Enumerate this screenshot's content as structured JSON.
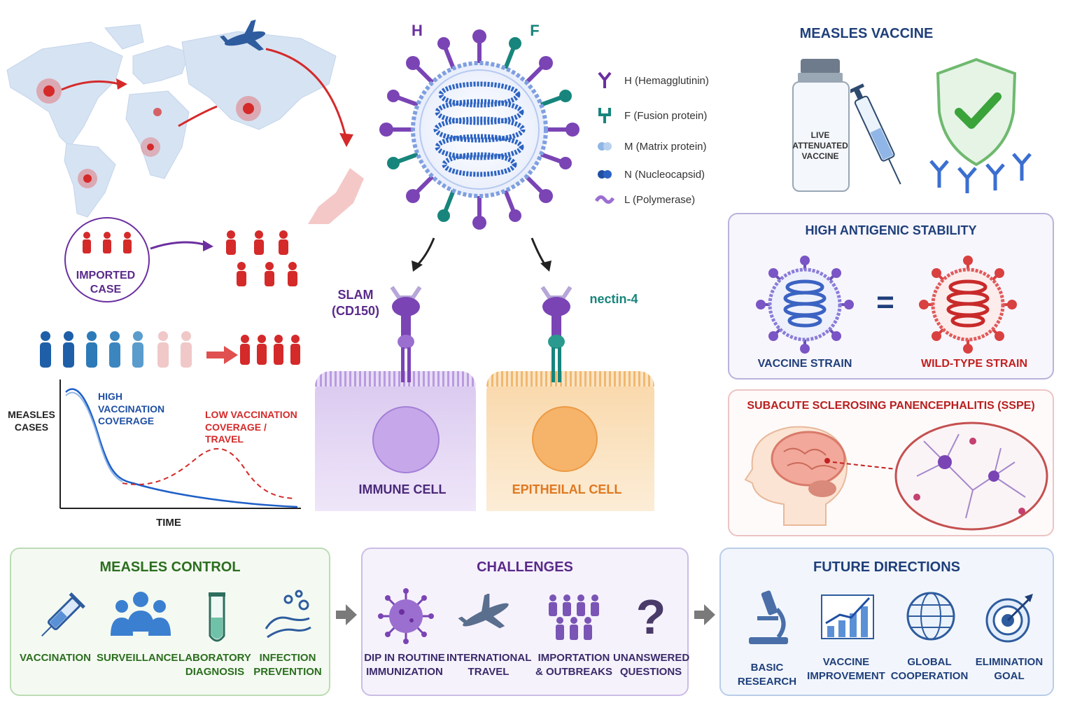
{
  "virus": {
    "h_label": "H",
    "f_label": "F"
  },
  "legend": [
    {
      "key": "h",
      "label": "H (Hemagglutinin)",
      "color": "#6b2fa0"
    },
    {
      "key": "f",
      "label": "F (Fusion protein)",
      "color": "#17857c"
    },
    {
      "key": "m",
      "label": "M (Matrix protein)",
      "color": "#8fb6e6"
    },
    {
      "key": "n",
      "label": "N (Nucleocapsid)",
      "color": "#1f4fa3"
    },
    {
      "key": "l",
      "label": "L (Polymerase)",
      "color": "#9b6fd0"
    }
  ],
  "receptors": {
    "slam": "SLAM\n(CD150)",
    "nectin": "nectin-4"
  },
  "cells": {
    "immune": "IMMUNE CELL",
    "epithelial": "EPITHEILAL CELL"
  },
  "import": {
    "label": "IMPORTED\nCASE"
  },
  "graph": {
    "ylabel": "MEASLES\nCASES",
    "xlabel": "TIME",
    "high": "HIGH VACCINATION\nCOVERAGE",
    "low": "LOW VACCINATION\nCOVERAGE / TRAVEL"
  },
  "vaccine": {
    "title": "MEASLES VACCINE",
    "vial": "LIVE\nATTENUATED\nVACCINE"
  },
  "stability": {
    "title": "HIGH ANTIGENIC STABILITY",
    "vaccine_strain": "VACCINE STRAIN",
    "wild_strain": "WILD-TYPE STRAIN",
    "equals": "="
  },
  "sspe": {
    "title": "SUBACUTE SCLEROSING PANENCEPHALITIS (SSPE)"
  },
  "control": {
    "title": "MEASLES CONTROL",
    "items": [
      "VACCINATION",
      "SURVEILLANCE",
      "LABORATORY\nDIAGNOSIS",
      "INFECTION\nPREVENTION"
    ]
  },
  "challenges": {
    "title": "CHALLENGES",
    "items": [
      "DIP IN ROUTINE\nIMMUNIZATION",
      "INTERNATIONAL\nTRAVEL",
      "IMPORTATION\n& OUTBREAKS",
      "UNANSWERED\nQUESTIONS"
    ],
    "question_mark": "?"
  },
  "future": {
    "title": "FUTURE DIRECTIONS",
    "items": [
      "BASIC RESEARCH",
      "VACCINE\nIMPROVEMENT",
      "GLOBAL\nCOOPERATION",
      "ELIMINATION\nGOAL"
    ]
  },
  "colors": {
    "purple": "#6b2fa0",
    "teal": "#17857c",
    "red": "#d42a2a",
    "blue": "#1f4fa3",
    "green": "#2c6e1f"
  }
}
